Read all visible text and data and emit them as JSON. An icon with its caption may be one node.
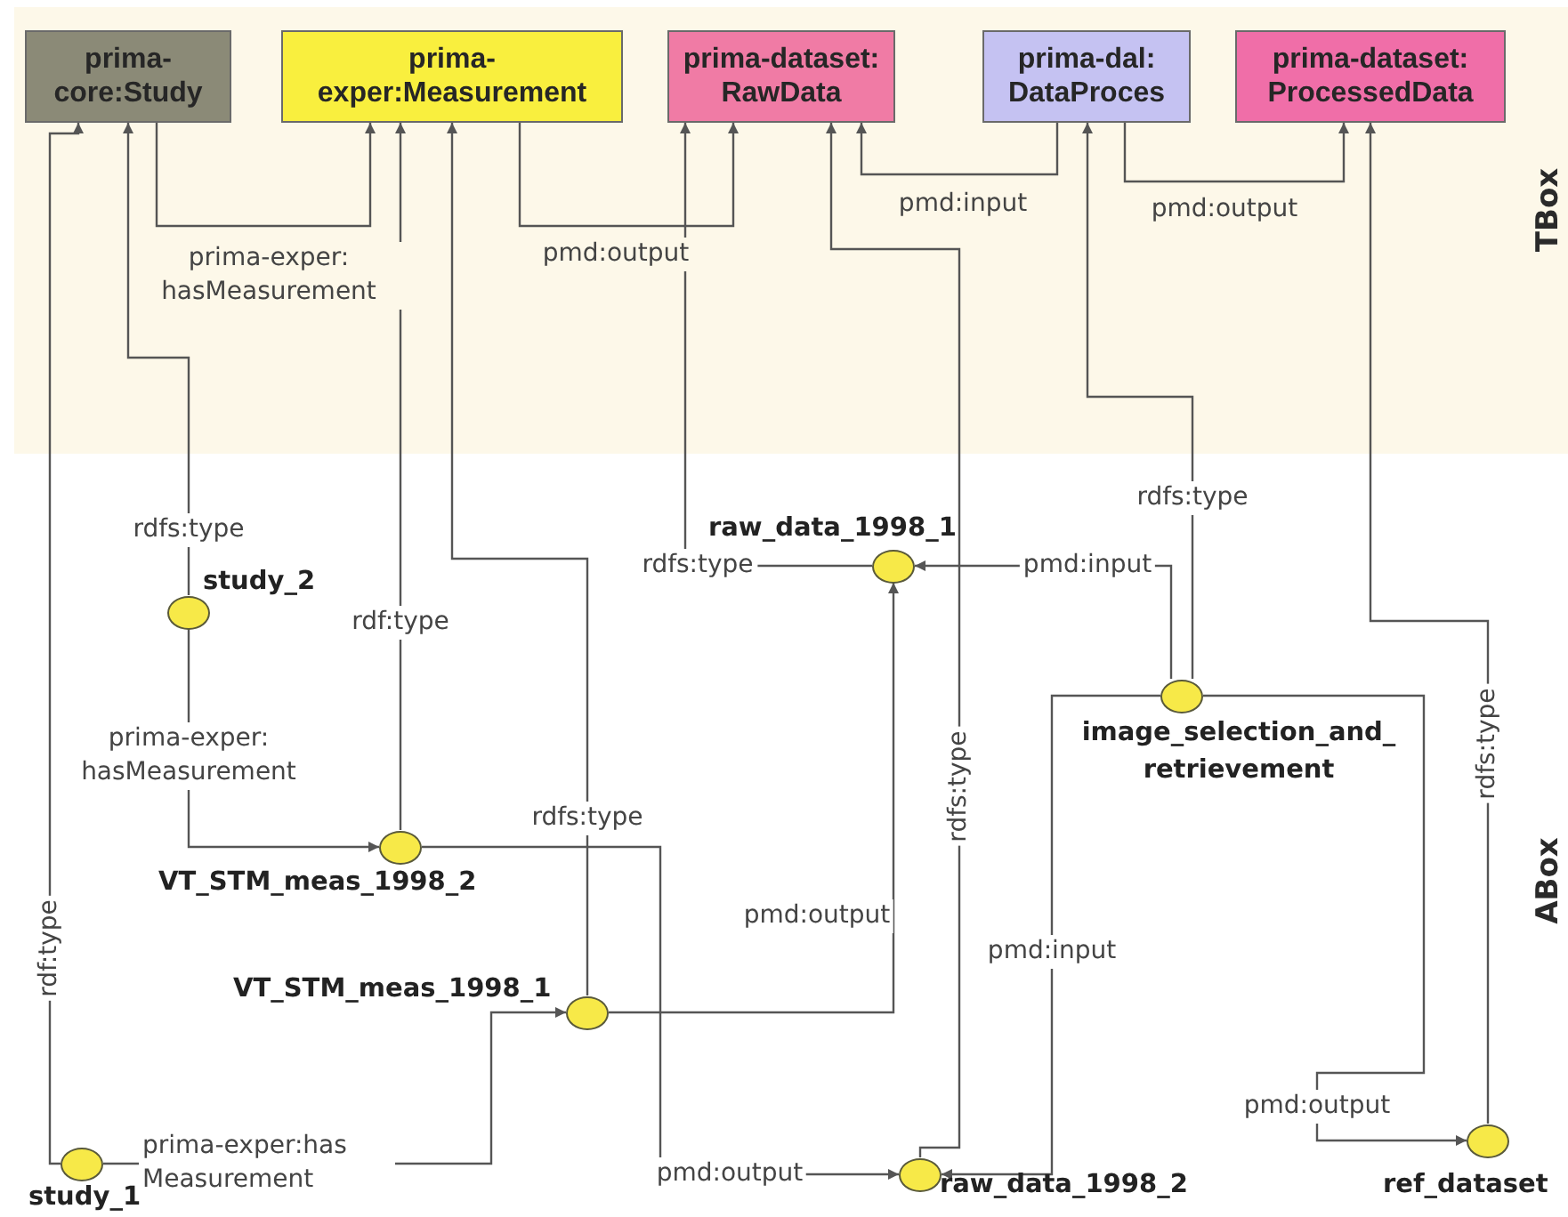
{
  "diagram": {
    "nodes": [
      {
        "text": [
          "TBox"
        ]
      },
      {
        "text": [
          "prima-core:Study"
        ],
        "in": 0
      },
      {
        "text": [
          "prima-exper:Measurement"
        ],
        "in": 0
      },
      {
        "text": [
          "prima-dataset: RawData"
        ],
        "in": 0
      },
      {
        "text": [
          "prima-dal: DataProces"
        ],
        "in": 0
      },
      {
        "text": [
          "prima-dataset: ProcessedData"
        ],
        "in": 0
      },
      {
        "text": [
          "study_2"
        ]
      },
      {
        "text": [
          "VT_STM_meas_1998_2"
        ]
      },
      {
        "text": [
          "VT_STM_meas_1998_1"
        ]
      },
      {
        "text": [
          "raw_data_1998_1"
        ]
      },
      {
        "text": [
          "image_selection_and_ retrievement"
        ]
      },
      {
        "text": [
          "study_1"
        ]
      },
      {
        "text": [
          "raw_data_1998_2"
        ]
      },
      {
        "text": [
          "ref_dataset"
        ]
      }
    ],
    "edges": [
      {
        "from": 1,
        "to": 2,
        "arrow": "to",
        "label": "prima-exper: hasMeasurement"
      },
      {
        "from": 2,
        "to": 3,
        "arrow": "to",
        "label": "pmd:output"
      },
      {
        "from": 4,
        "to": 3,
        "arrow": "to",
        "label": "pmd:input"
      },
      {
        "from": 4,
        "to": 5,
        "arrow": "to",
        "label": "pmd:output"
      },
      {
        "from": 6,
        "to": 1,
        "arrow": "to",
        "label": "rdfs:type"
      },
      {
        "from": 6,
        "to": 7,
        "arrow": "to",
        "label": "prima-exper: hasMeasurement"
      },
      {
        "from": 7,
        "to": 2,
        "arrow": "to",
        "label": "rdf:type"
      },
      {
        "from": 8,
        "to": 2,
        "arrow": "to",
        "label": "rdfs:type"
      },
      {
        "from": 11,
        "to": 1,
        "arrow": "to",
        "label": "rdf:type"
      },
      {
        "from": 11,
        "to": 8,
        "arrow": "to",
        "label": "prima-exper:has Measurement"
      },
      {
        "from": 8,
        "to": 9,
        "arrow": "to",
        "label": "pmd:output"
      },
      {
        "from": 9,
        "to": 3,
        "arrow": "to",
        "label": "rdfs:type"
      },
      {
        "from": 10,
        "to": 9,
        "arrow": "to",
        "label": "pmd:input"
      },
      {
        "from": 10,
        "to": 4,
        "arrow": "to",
        "label": "rdfs:type"
      },
      {
        "from": 12,
        "to": 3,
        "arrow": "to",
        "label": "rdfs:type"
      },
      {
        "from": 10,
        "to": 12,
        "arrow": "to",
        "label": "pmd:input"
      },
      {
        "from": 10,
        "to": 13,
        "arrow": "to",
        "label": "pmd:output"
      },
      {
        "from": 13,
        "to": 5,
        "arrow": "to",
        "label": "rdfs:type"
      },
      {
        "from": 7,
        "to": 12,
        "arrow": "to",
        "label": "pmd:output"
      }
    ],
    "labels": [
      "ABox"
    ]
  }
}
